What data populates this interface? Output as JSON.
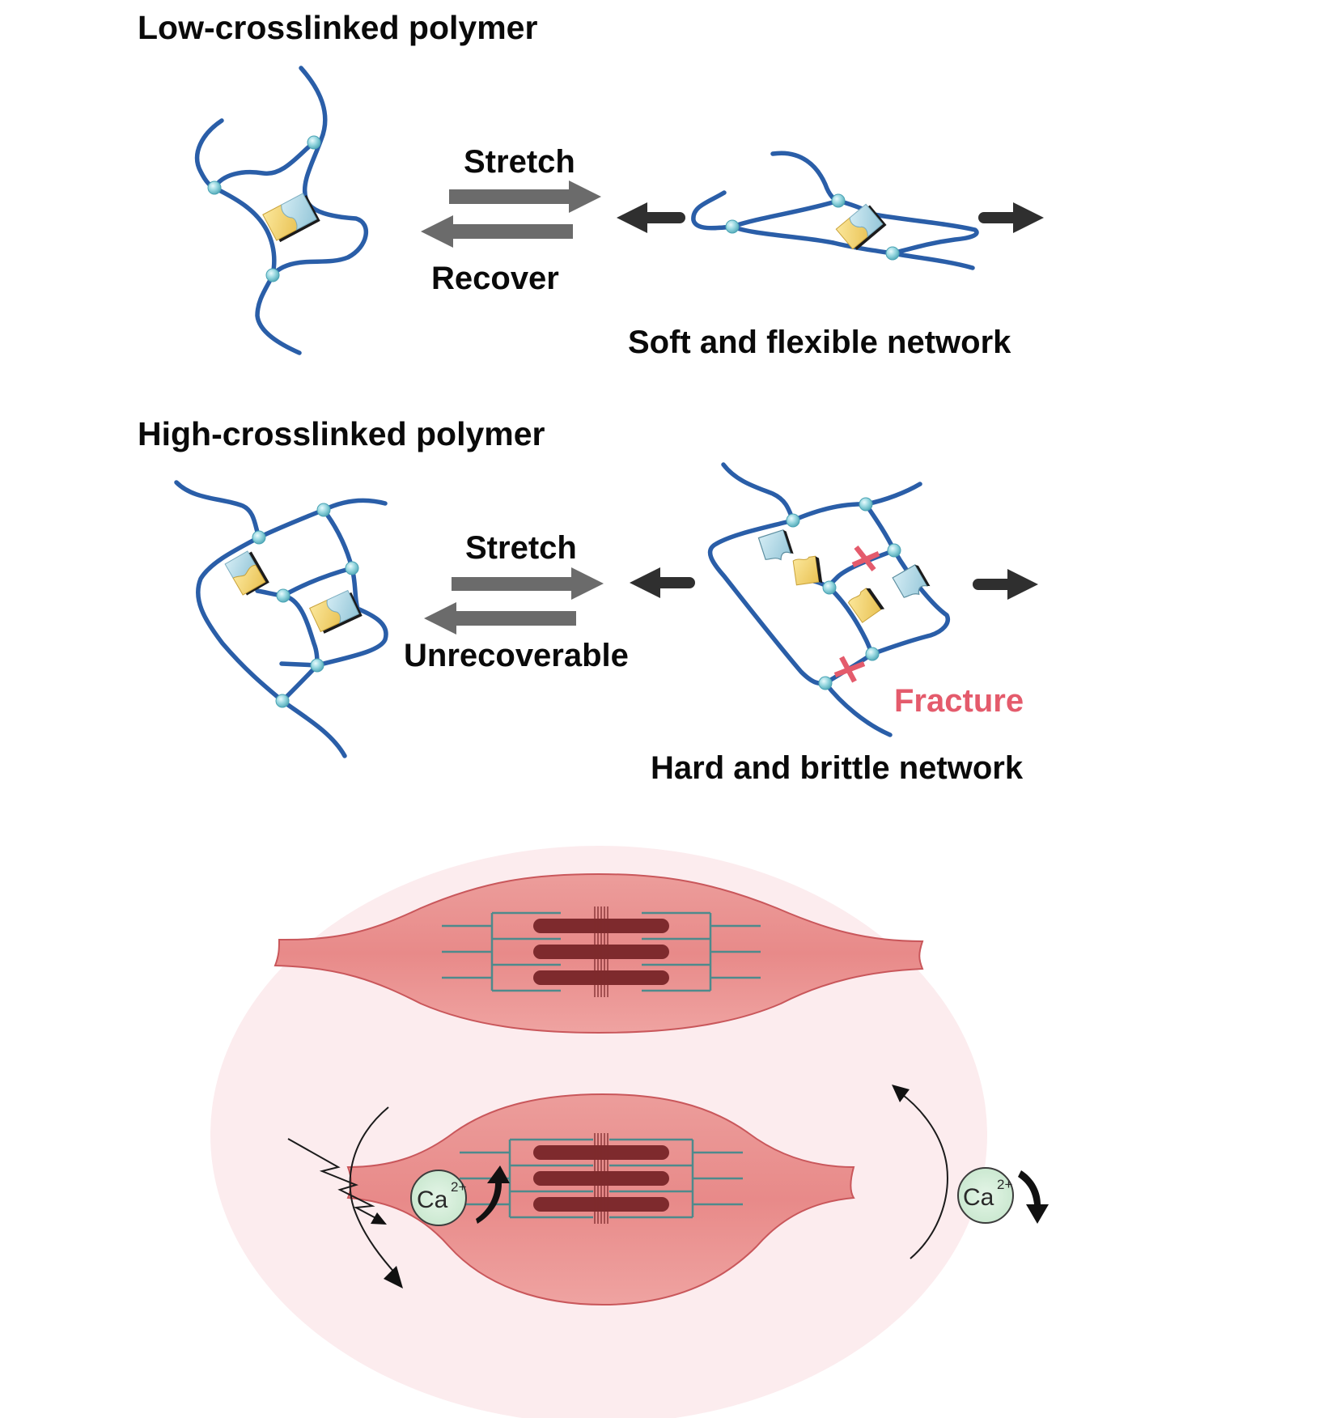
{
  "figure": {
    "panel_low": {
      "title": "Low-crosslinked polymer",
      "forward_label": "Stretch",
      "reverse_label": "Recover",
      "result_caption": "Soft and flexible network",
      "crosslink_nodes": 3,
      "dynamic_bonds": 1
    },
    "panel_high": {
      "title": "High-crosslinked polymer",
      "forward_label": "Stretch",
      "reverse_label": "Unrecoverable",
      "result_caption": "Hard and brittle network",
      "fracture_label": "Fracture",
      "crosslink_nodes": 6,
      "dynamic_bonds": 2,
      "fracture_marks": 2
    },
    "panel_muscle": {
      "calcium_label": "Ca",
      "calcium_charge": "2+",
      "left_cycle": "calcium increase (contraction)",
      "right_cycle": "calcium decrease (relaxation)"
    },
    "colors": {
      "chain": "#2a5ea8",
      "node": "#8fd3dc",
      "bond_yellow": "#f3d56d",
      "bond_blue": "#a9d6e5",
      "process_arrow": "#6b6b6b",
      "force_arrow": "#2f2f2f",
      "fracture": "#e45b6c",
      "muscle": "#e8908f",
      "muscle_outline": "#c9575b",
      "myosin": "#7e2a2d",
      "actin": "#4e8a8c",
      "background_ellipse": "#fcebed",
      "calcium_fill": "#d6eedb"
    }
  }
}
